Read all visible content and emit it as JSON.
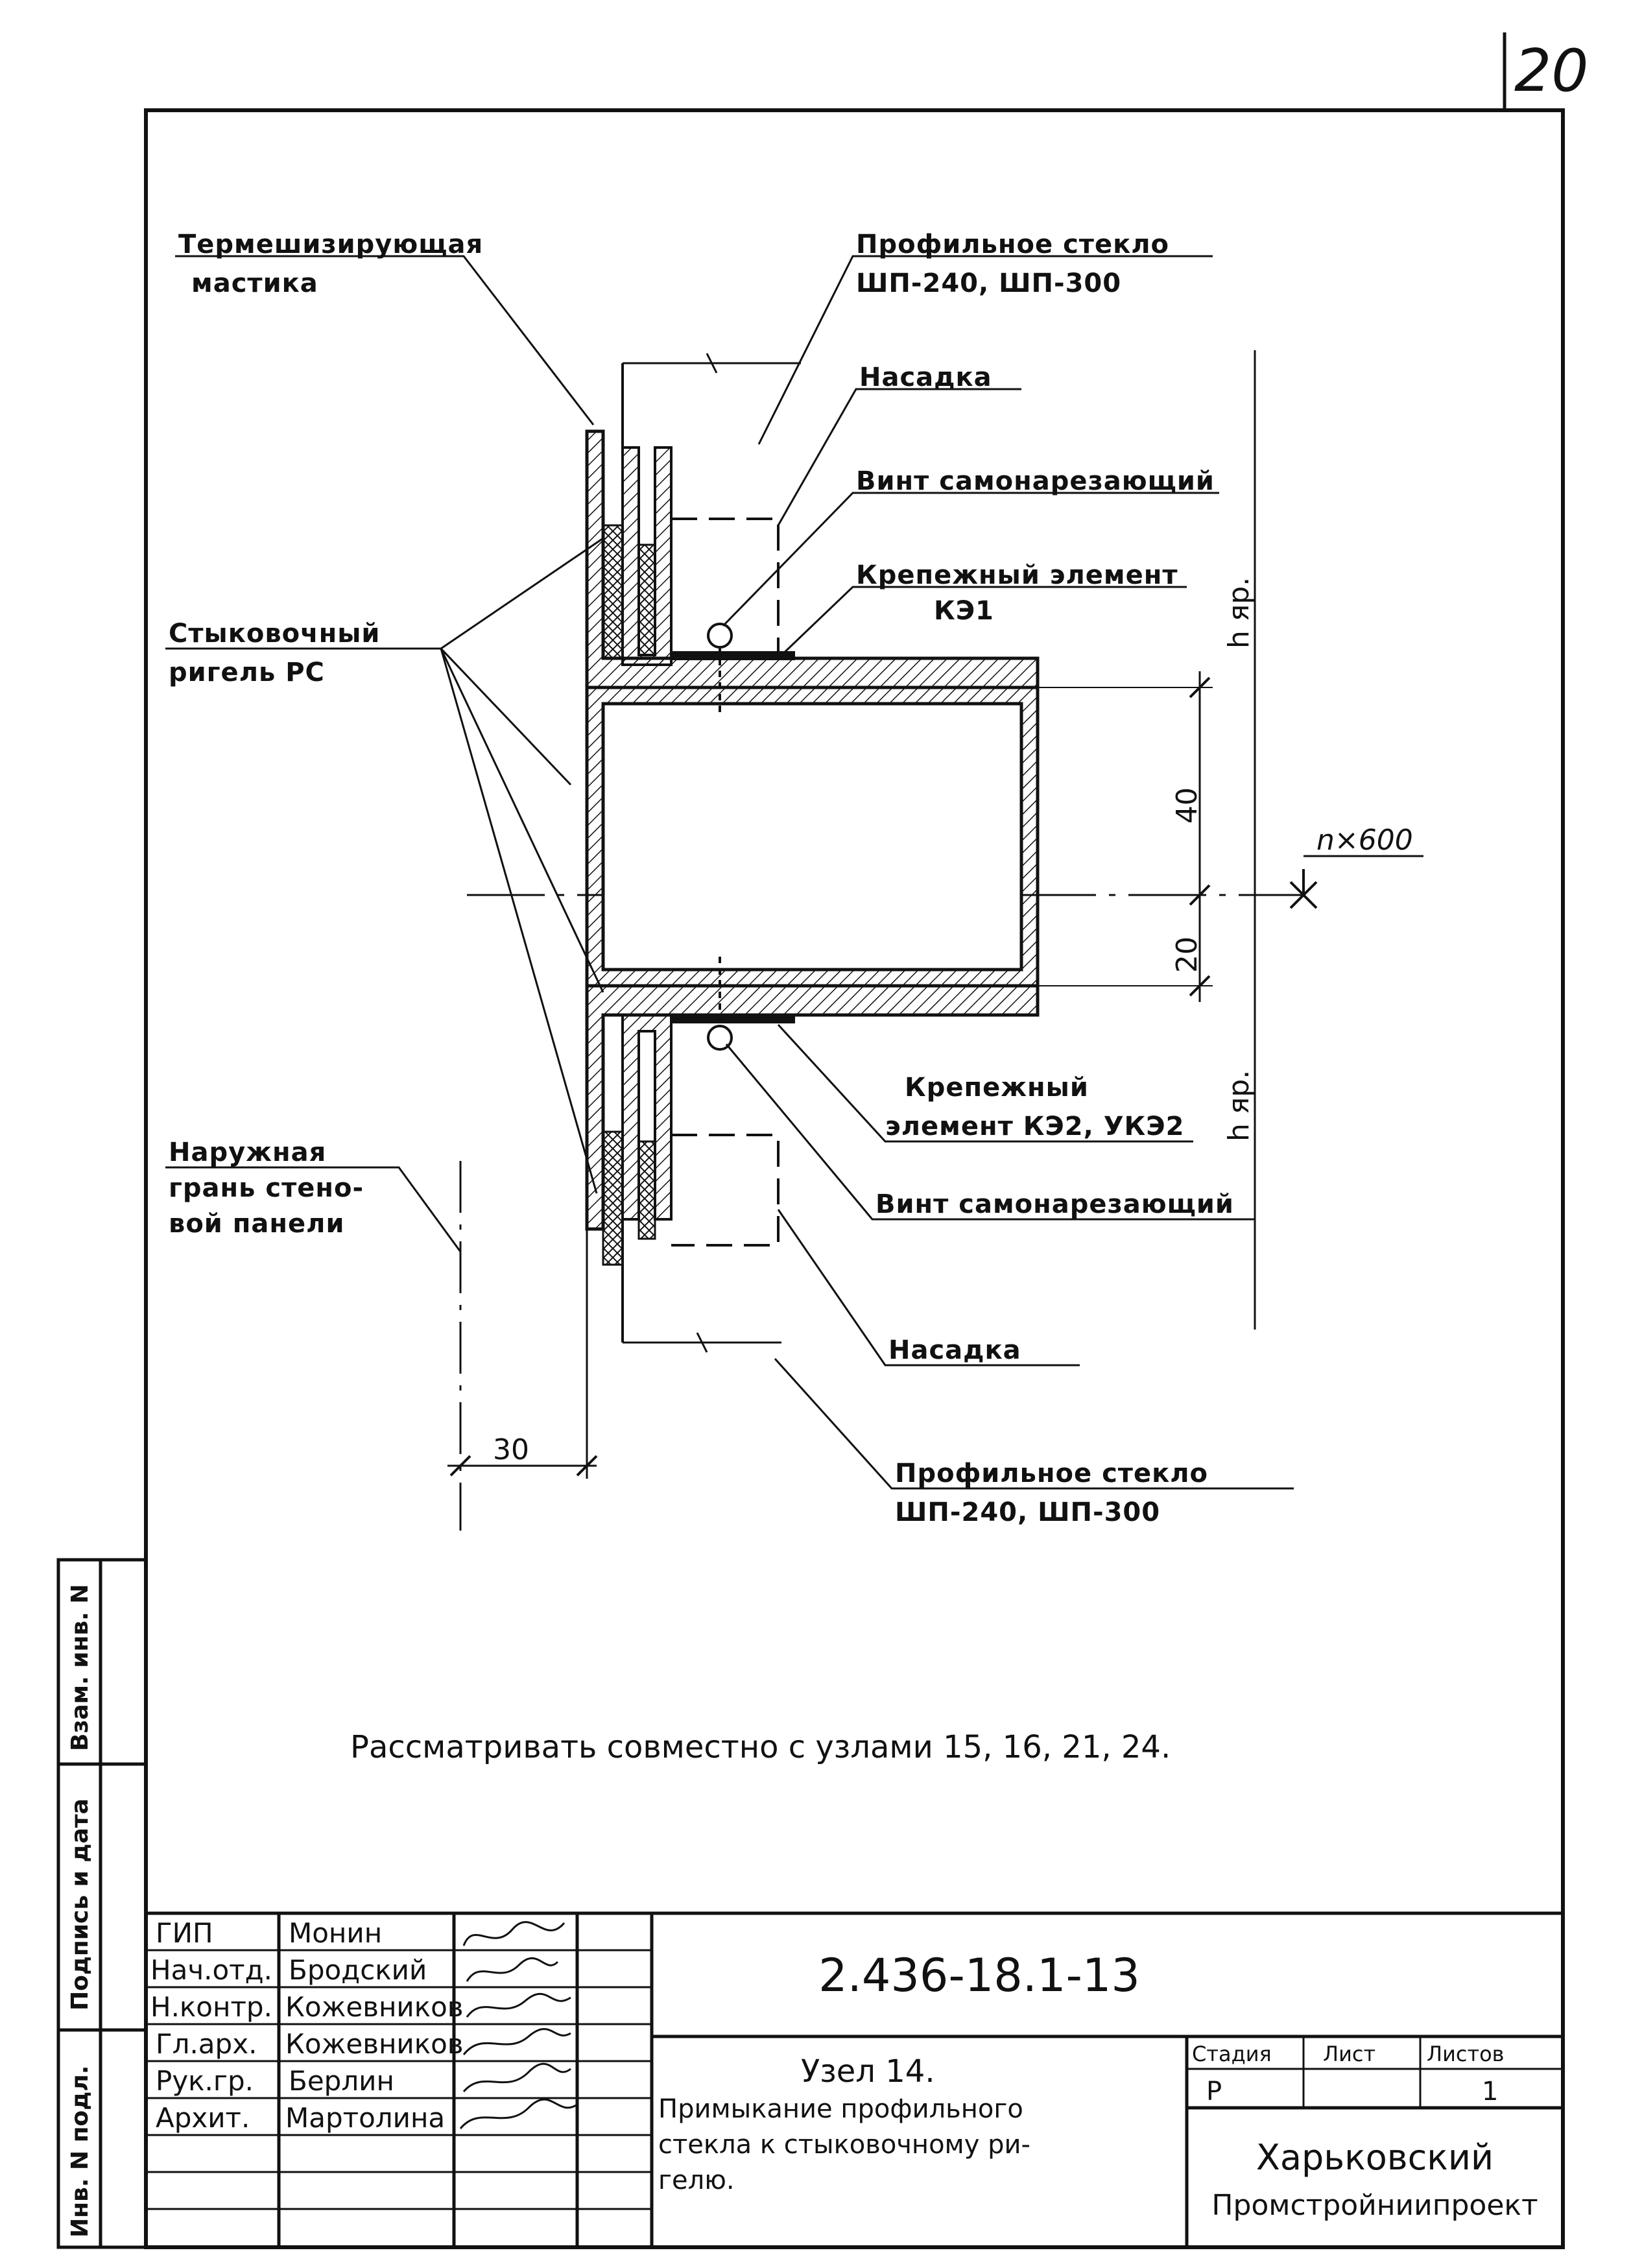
{
  "sheet_number": "20",
  "labels": {
    "sealant_l1": "Термешизирующая",
    "sealant_l2": "мастика",
    "glass_top_l1": "Профильное стекло",
    "glass_top_l2": "ШП-240, ШП-300",
    "cap_top": "Насадка",
    "screw_top": "Винт самонарезающий",
    "fastener_top_l1": "Крепежный элемент",
    "fastener_top_l2": "КЭ1",
    "rail_l1": "Стыковочный",
    "rail_l2": "ригель РС",
    "outer_face_l1": "Наружная",
    "outer_face_l2": "грань стено-",
    "outer_face_l3": "вой панели",
    "fastener_bottom_l1": "Крепежный",
    "fastener_bottom_l2": "элемент КЭ2, УКЭ2",
    "screw_bottom": "Винт самонарезающий",
    "cap_bottom": "Насадка",
    "glass_bottom_l1": "Профильное стекло",
    "glass_bottom_l2": "ШП-240, ШП-300"
  },
  "dimensions": {
    "d40": "40",
    "d20": "20",
    "d30": "30",
    "h_top": "h яр.",
    "h_bottom": "h яр.",
    "level": "n×600"
  },
  "note": "Рассматривать совместно с узлами 15, 16, 21, 24.",
  "side_stamp": {
    "f1": "Взам. инв. N",
    "f2": "Подпись и дата",
    "f3": "Инв. N подл."
  },
  "title_block": {
    "code": "2.436-18.1-13",
    "rows": [
      {
        "role": "ГИП",
        "name": "Монин"
      },
      {
        "role": "Нач.отд.",
        "name": "Бродский"
      },
      {
        "role": "Н.контр.",
        "name": "Кожевников"
      },
      {
        "role": "Гл.арх.",
        "name": "Кожевников"
      },
      {
        "role": "Рук.гр.",
        "name": "Берлин"
      },
      {
        "role": "Архит.",
        "name": "Мартолина"
      }
    ],
    "title_l1": "Узел 14.",
    "title_l2": "Примыкание профильного",
    "title_l3": "стекла к стыковочному ри-",
    "title_l4": "гелю.",
    "stage_hdr": "Стадия",
    "sheet_hdr": "Лист",
    "sheets_hdr": "Листов",
    "stage_val": "Р",
    "sheets_val": "1",
    "org_l1": "Харьковский",
    "org_l2": "Промстройниипроект"
  }
}
